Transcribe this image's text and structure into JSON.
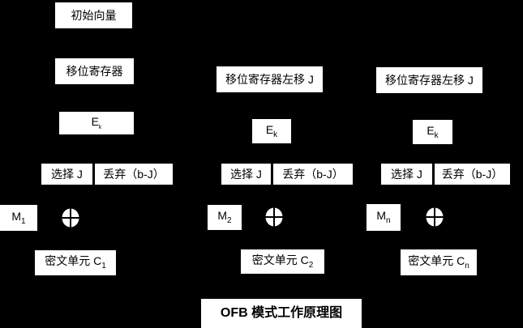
{
  "colors": {
    "background": "#000000",
    "box_fill": "#ffffff",
    "text": "#000000"
  },
  "title": "OFB 模式工作原理图",
  "diagram": {
    "col1": {
      "initial_vector": "初始向量",
      "shift_register": "移位寄存器",
      "cipher": {
        "base": "E",
        "sub": "k"
      },
      "select": "选择 J",
      "discard": "丢弃（b-J）",
      "message": {
        "base": "M",
        "sub": "1"
      },
      "xor_icon": "xor",
      "ciphertext": {
        "base": "密文单元 C",
        "sub": "1"
      }
    },
    "col2": {
      "shift_register": "移位寄存器左移 J",
      "cipher": {
        "base": "E",
        "sub": "k"
      },
      "select": "选择 J",
      "discard": "丢弃（b-J）",
      "message": {
        "base": "M",
        "sub": "2"
      },
      "xor_icon": "xor",
      "ciphertext": {
        "base": "密文单元 C",
        "sub": "2"
      }
    },
    "col3": {
      "shift_register": "移位寄存器左移 J",
      "cipher": {
        "base": "E",
        "sub": "k"
      },
      "select": "选择 J",
      "discard": "丢弃（b-J）",
      "message": {
        "base": "M",
        "sub": "n"
      },
      "xor_icon": "xor",
      "ciphertext": {
        "base": "密文单元 C",
        "sub": "n"
      }
    }
  }
}
